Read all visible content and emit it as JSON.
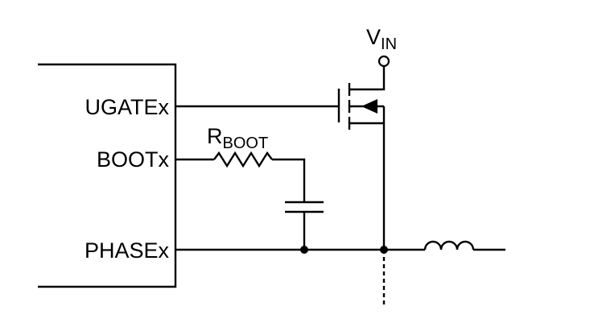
{
  "chip": {
    "pins": {
      "ugate": "UGATEx",
      "boot": "BOOTx",
      "phase": "PHASEx"
    }
  },
  "resistor": {
    "main": "R",
    "sub": "BOOT"
  },
  "supply": {
    "main": "V",
    "sub": "IN"
  }
}
